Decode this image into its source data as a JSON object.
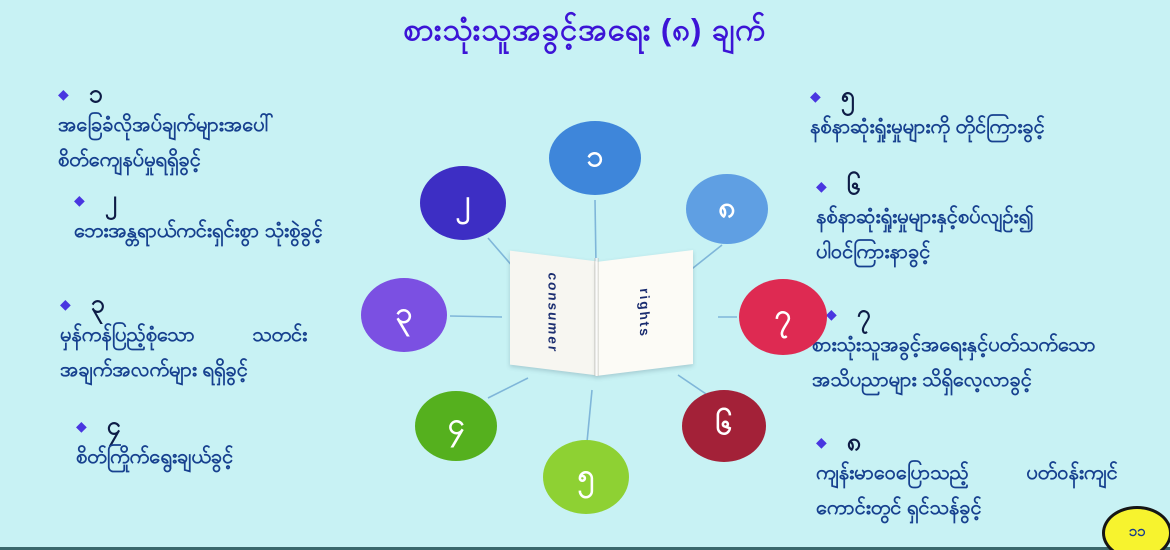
{
  "title": "စားသုံးသူအခွင့်အရေး (၈) ချက်",
  "items": [
    {
      "num": "၁",
      "lines": [
        "အခြေခံလိုအပ်ချက်များအပေါ်",
        "စိတ်ကျေနပ်မှုရရှိခွင့်"
      ]
    },
    {
      "num": "၂",
      "lines": [
        "ဘေးအန္တရာယ်ကင်းရှင်းစွာ သုံးစွဲခွင့်"
      ]
    },
    {
      "num": "၃",
      "lines": [
        "မှန်ကန်ပြည့်စုံသော သတင်း",
        "အချက်အလက်များ ရရှိခွင့်"
      ]
    },
    {
      "num": "၄",
      "lines": [
        "စိတ်ကြိုက်ရွေးချယ်ခွင့်"
      ]
    },
    {
      "num": "၅",
      "lines": [
        "နစ်နာဆုံးရှုံးမှုများကို တိုင်ကြားခွင့်"
      ]
    },
    {
      "num": "၆",
      "lines": [
        "နစ်နာဆုံးရှုံးမှုများနှင့်စပ်လျဉ်း၍",
        "ပါဝင်ကြားနာခွင့်"
      ]
    },
    {
      "num": "၇",
      "lines": [
        "စားသုံးသူအခွင့်အရေးနှင့်ပတ်သက်သော",
        "အသိပညာများ သိရှိလေ့လာခွင့်"
      ]
    },
    {
      "num": "၈",
      "lines": [
        "ကျန်းမာဝေပြောသည့် ပတ်ဝန်းကျင်",
        "ကောင်းတွင် ရှင်သန်ခွင့်"
      ]
    }
  ],
  "diagram": {
    "book": {
      "left_page_text": "consumer",
      "right_page_text": "rights"
    },
    "circles": [
      {
        "num": "၁",
        "color": "#3e86da"
      },
      {
        "num": "၂",
        "color": "#3d2ec4"
      },
      {
        "num": "၃",
        "color": "#7b50e2"
      },
      {
        "num": "၄",
        "color": "#55b01e"
      },
      {
        "num": "၅",
        "color": "#8ed133"
      },
      {
        "num": "၆",
        "color": "#a32138"
      },
      {
        "num": "၇",
        "color": "#de2a52"
      },
      {
        "num": "၈",
        "color": "#5f9fe3"
      }
    ]
  },
  "page_number": "၁၁",
  "colors": {
    "background": "#c8f2f4",
    "title_text": "#3c14d6",
    "item_text": "#17418f",
    "bullet": "#4936e0",
    "badge_fill": "#f7f32e"
  }
}
